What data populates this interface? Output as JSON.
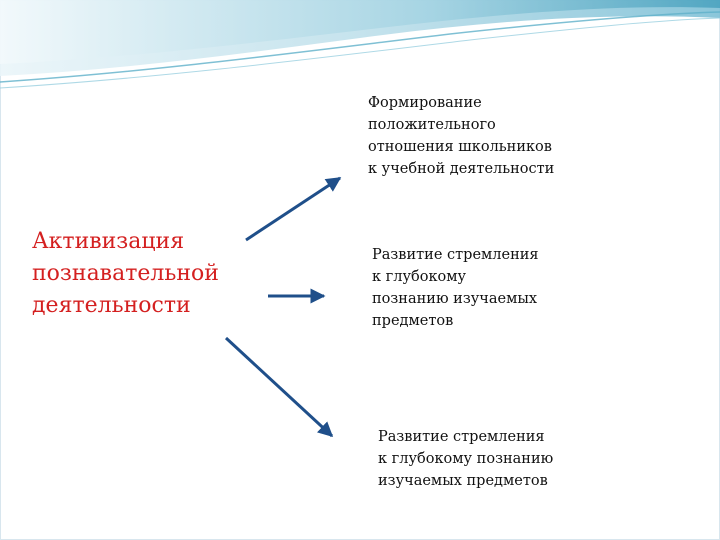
{
  "colors": {
    "source_text": "#d42020",
    "arrow": "#1f4f8a",
    "header_wave_light": "#cfe6ef",
    "header_wave_mid": "#8fc7d9",
    "header_wave_dark": "#4aa3bf"
  },
  "source": {
    "lines": [
      "Активизация",
      "познавательной",
      "деятельности"
    ]
  },
  "targets": [
    {
      "lines": [
        "Формирование",
        "положительного",
        "отношения школьников",
        "к учебной деятельности"
      ]
    },
    {
      "lines": [
        "Развитие стремления",
        "к глубокому",
        "познанию изучаемых",
        "предметов"
      ]
    },
    {
      "lines": [
        "Развитие стремления",
        "к глубокому познанию",
        "изучаемых предметов"
      ]
    }
  ]
}
